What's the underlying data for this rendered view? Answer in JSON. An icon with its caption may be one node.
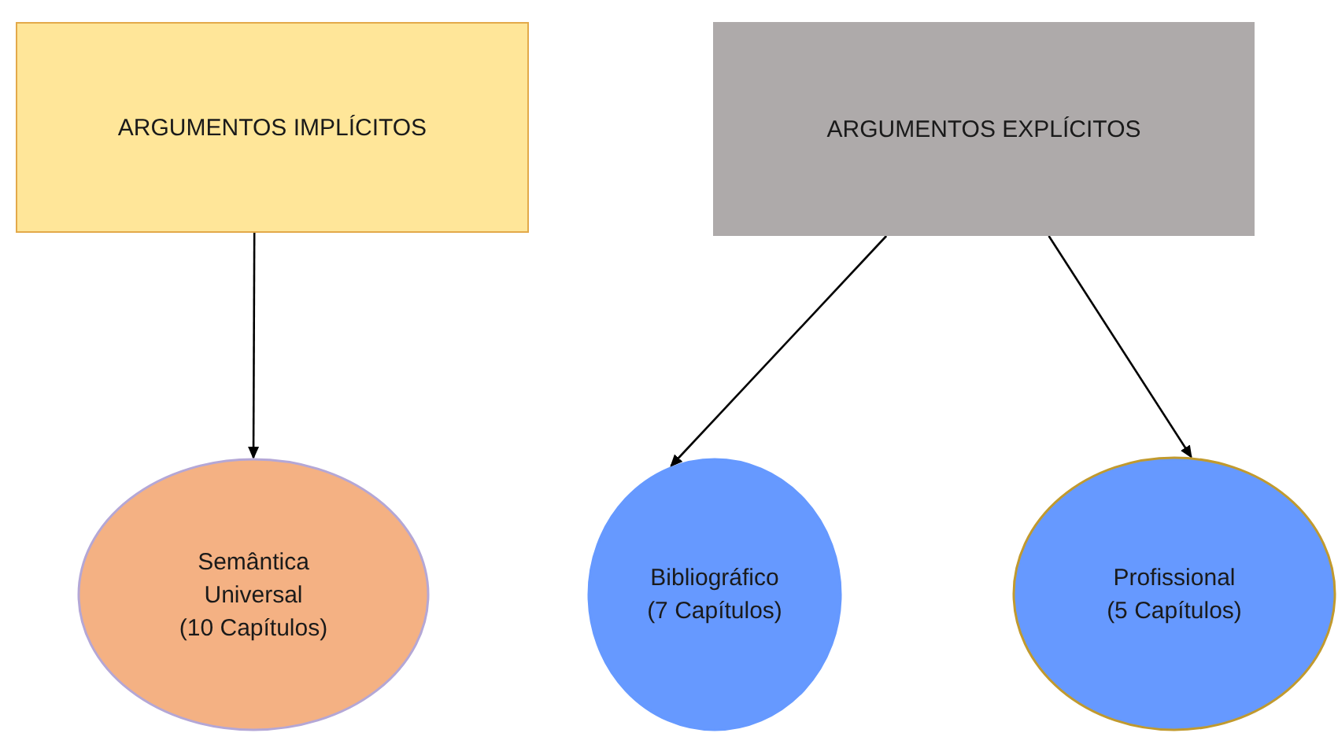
{
  "diagram": {
    "nodes": [
      {
        "text": [
          "ARGUMENTOS IMPLÍCITOS"
        ]
      },
      {
        "text": [
          "ARGUMENTOS EXPLÍCITOS"
        ]
      },
      {
        "text": [
          "Semântica Universal",
          "(10 Capítulos)"
        ]
      },
      {
        "text": [
          "Bibliográfico",
          "(7 Capítulos)"
        ]
      },
      {
        "text": [
          "Profissional",
          "(5 Capítulos)"
        ]
      }
    ],
    "edges": [
      {
        "from": 0,
        "to": 2,
        "arrow": "to"
      },
      {
        "from": 1,
        "to": 3,
        "arrow": "to"
      },
      {
        "from": 1,
        "to": 4,
        "arrow": "to"
      }
    ]
  }
}
